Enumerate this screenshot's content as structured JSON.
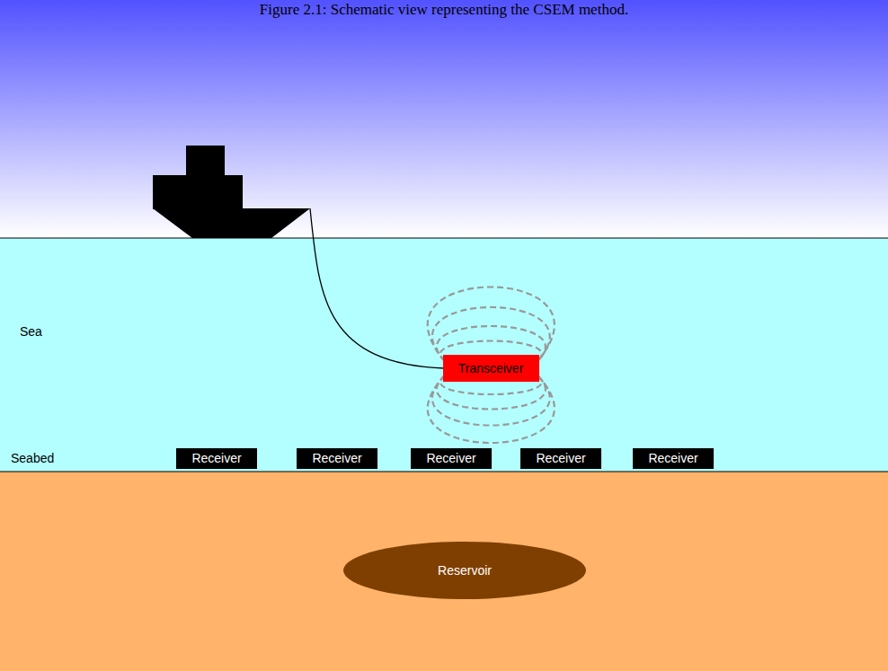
{
  "diagram": {
    "title": "Figure 2.1: Schematic view representing the CSEM method.",
    "nodes": [
      {
        "text": [
          "Transceiver"
        ]
      },
      {
        "text": [
          "Receiver"
        ]
      },
      {
        "text": [
          "Receiver"
        ]
      },
      {
        "text": [
          "Receiver"
        ]
      },
      {
        "text": [
          "Receiver"
        ]
      },
      {
        "text": [
          "Receiver"
        ]
      },
      {
        "text": [
          "Reservoir"
        ]
      }
    ],
    "labels": [
      "Sea",
      "Seabed"
    ]
  }
}
